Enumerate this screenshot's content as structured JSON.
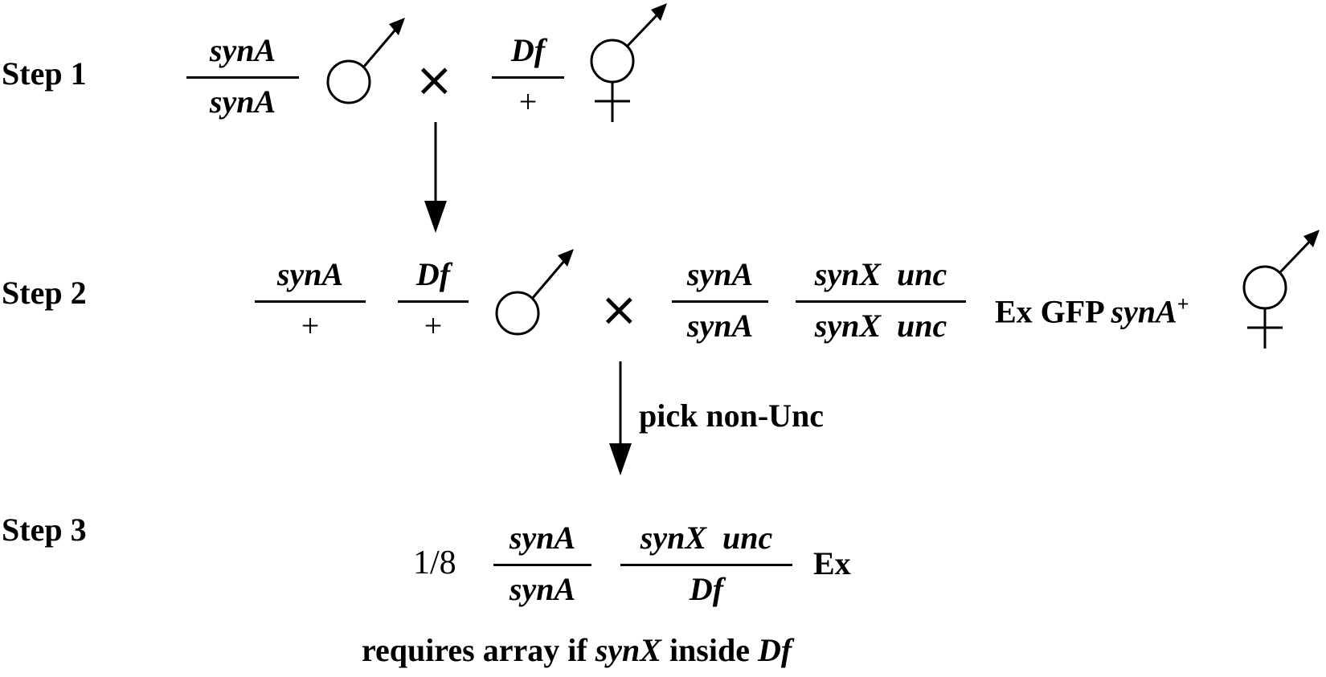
{
  "steps": [
    {
      "label": "Step 1"
    },
    {
      "label": "Step 2"
    },
    {
      "label": "Step 3"
    }
  ],
  "step1": {
    "left_genotype": {
      "num": "synA",
      "den": "synA"
    },
    "cross_symbol": "×",
    "right_genotype": {
      "num": "Df",
      "den": "+"
    }
  },
  "step2": {
    "male_genotype_a": {
      "num": "synA",
      "den": "+"
    },
    "male_genotype_b": {
      "num": "Df",
      "den": "+"
    },
    "cross_symbol": "×",
    "herm_genotype_a": {
      "num": "synA",
      "den": "synA"
    },
    "herm_genotype_b": {
      "num": "synX  unc",
      "den": "synX  unc"
    },
    "array_ex_gfp": "Ex GFP",
    "array_gene": "synA",
    "array_sup": "+"
  },
  "arrow2_label": "pick non-Unc",
  "step3": {
    "fraction": "1/8",
    "genotype_a": {
      "num": "synA",
      "den": "synA"
    },
    "genotype_b": {
      "num": "synX  unc",
      "den": "Df"
    },
    "array": "Ex"
  },
  "footnote": {
    "part1": "requires array if ",
    "gene": "synX",
    "part2": " inside ",
    "df": "Df"
  }
}
